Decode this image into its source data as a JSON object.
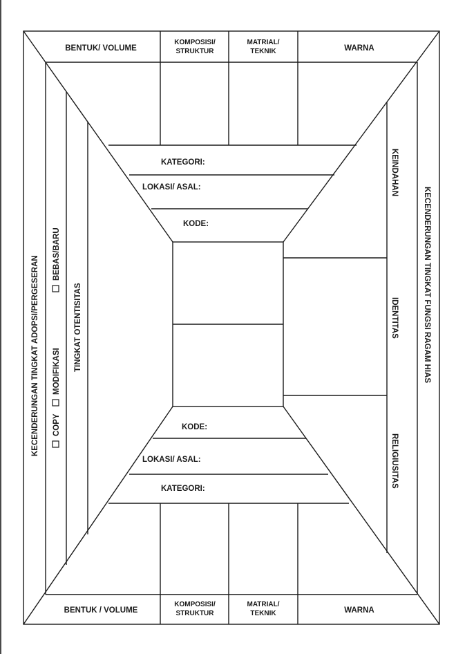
{
  "top": {
    "bentuk": "BENTUK/ VOLUME",
    "komposisi_1": "KOMPOSISI/",
    "komposisi_2": "STRUKTUR",
    "matrial_1": "MATRIAL/",
    "matrial_2": "TEKNIK",
    "warna": "WARNA"
  },
  "bottom": {
    "bentuk": "BENTUK / VOLUME",
    "komposisi_1": "KOMPOSISI/",
    "komposisi_2": "STRUKTUR",
    "matrial_1": "MATRIAL/",
    "matrial_2": "TEKNIK",
    "warna": "WARNA"
  },
  "upper_funnel": {
    "kategori": "KATEGORI:",
    "lokasi": "LOKASI/ ASAL:",
    "kode": "KODE:"
  },
  "lower_funnel": {
    "kode": "KODE:",
    "lokasi": "LOKASI/ ASAL:",
    "kategori": "KATEGORI:"
  },
  "left": {
    "outer_label": "KECENDERUNGAN TINGKAT ADOPSI/PERGESERAN",
    "options": [
      "COPY",
      "MODIFIKASI",
      "BEBAS/BARU"
    ],
    "inner_label": "TINGKAT OTENTISITAS"
  },
  "right": {
    "outer_label": "KECENDERUNGAN TINGKAT FUNGSI RAGAM HIAS",
    "sections": [
      "KEINDAHAN",
      "IDENTITAS",
      "RELIGIUSITAS"
    ]
  }
}
